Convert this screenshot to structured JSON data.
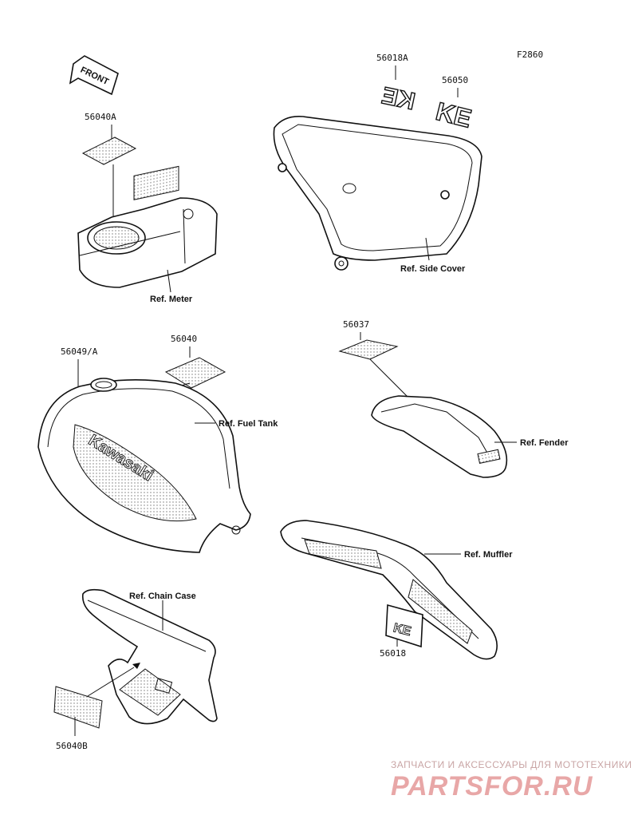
{
  "figure_code": "F2860",
  "front_arrow_text": "FRONT",
  "parts": {
    "p56040A": "56040A",
    "p56018A": "56018A",
    "p56050": "56050",
    "p56037": "56037",
    "p56049A": "56049/A",
    "p56040": "56040",
    "p56018": "56018",
    "p56040B": "56040B"
  },
  "decal_text": {
    "ke_side": "KE",
    "ke_small": "KE",
    "kawasaki": "Kawasaki"
  },
  "refs": {
    "meter": "Ref. Meter",
    "side_cover": "Ref. Side Cover",
    "fuel_tank": "Ref. Fuel Tank",
    "fender": "Ref. Fender",
    "muffler": "Ref. Muffler",
    "chain_case": "Ref. Chain Case"
  },
  "watermark": {
    "tagline": "ЗАПЧАСТИ И АКСЕССУАРЫ ДЛЯ МОТОТЕХНИКИ",
    "brand": "PARTSFOR.RU"
  }
}
